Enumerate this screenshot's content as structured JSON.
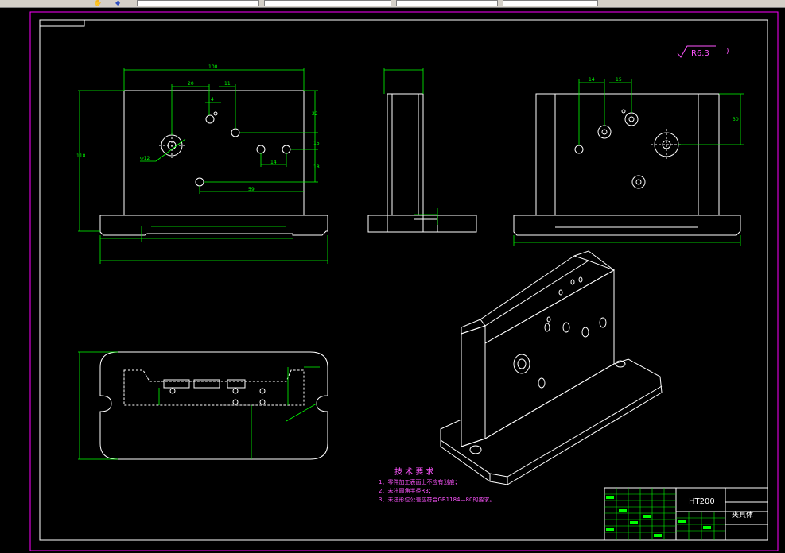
{
  "toolbar": {
    "fields": [
      "",
      "",
      "",
      "",
      "",
      ""
    ],
    "icons": [
      "hand-icon",
      "shield-icon"
    ]
  },
  "drawing": {
    "surface_finish": "R6.3",
    "surface_finish_suffix": ")",
    "tech_title": "技 术 要 求",
    "tech_notes": [
      "1、零件加工表面上不应有划痕；",
      "2、未注圆角半径R3；",
      "3、未注形位公差应符合GB1184—80的要求。"
    ],
    "material": "HT200",
    "part_name": "夹具体",
    "dims_front": {
      "d100": "100",
      "d20": "20",
      "d11": "11",
      "d4": "4",
      "d22": "22",
      "d15": "15",
      "d18": "18",
      "d14": "14",
      "d59": "59",
      "d118": "118",
      "phi12": "Φ12"
    },
    "dims_right": {
      "d14": "14",
      "d15": "15",
      "d30": "30"
    }
  },
  "colors": {
    "bg": "#000000",
    "line": "#ffffff",
    "dim": "#00ff00",
    "frame": "#ff00ff",
    "text_magenta": "#ff55ff"
  }
}
